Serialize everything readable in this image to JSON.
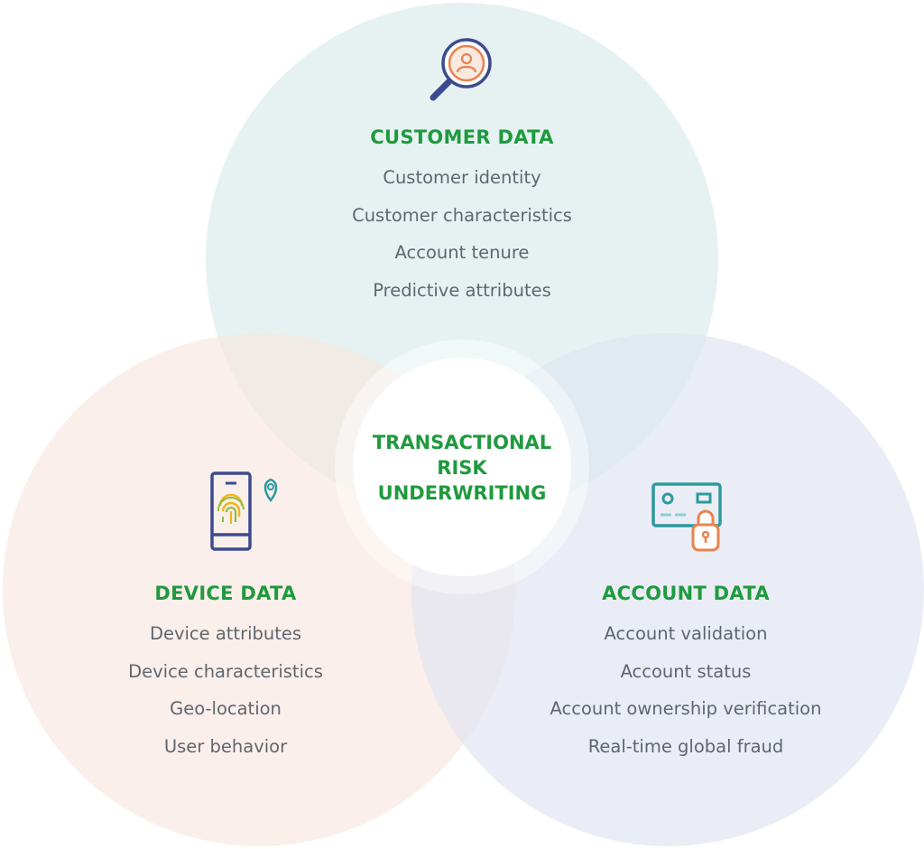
{
  "center": {
    "lines": [
      "TRANSACTIONAL",
      "RISK",
      "UNDERWRITING"
    ]
  },
  "customer": {
    "title": "CUSTOMER DATA",
    "items": [
      "Customer identity",
      "Customer characteristics",
      "Account tenure",
      "Predictive attributes"
    ],
    "icon": "magnifier-user-icon"
  },
  "device": {
    "title": "DEVICE DATA",
    "items": [
      "Device attributes",
      "Device characteristics",
      "Geo-location",
      "User behavior"
    ],
    "icon": "phone-fingerprint-location-icon"
  },
  "account": {
    "title": "ACCOUNT DATA",
    "items": [
      "Account validation",
      "Account status",
      "Account ownership verification",
      "Real-time global fraud"
    ],
    "icon": "card-lock-icon"
  },
  "colors": {
    "green": "#1f9a3e",
    "text_gray": "#5f6670",
    "customer_fill": "#dcecec",
    "device_fill": "#f8e6df",
    "account_fill": "#dfe4ef",
    "navy": "#3d4a8f",
    "orange": "#e8834f",
    "teal": "#2e9aa0",
    "yellow": "#f2b51c",
    "lime": "#8cbf3f"
  }
}
